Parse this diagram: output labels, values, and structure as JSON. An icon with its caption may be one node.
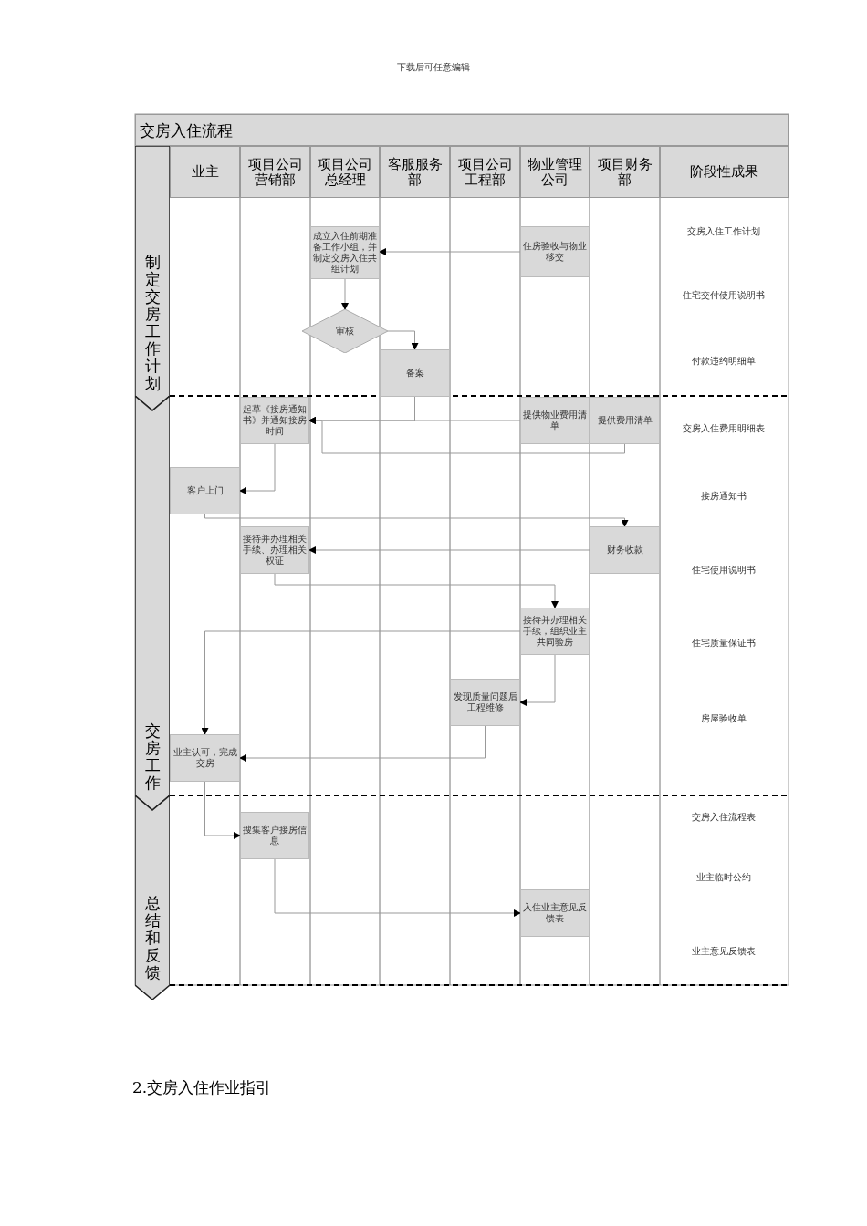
{
  "diagram": {
    "title": "交房入住流程",
    "nodes": [
      {
        "text": [
          "业主"
        ]
      },
      {
        "text": [
          "项目公司营销部"
        ]
      },
      {
        "text": [
          "项目公司总经理"
        ]
      },
      {
        "text": [
          "客服服务部"
        ]
      },
      {
        "text": [
          "项目公司工程部"
        ]
      },
      {
        "text": [
          "物业管理公司"
        ]
      },
      {
        "text": [
          "项目财务部"
        ]
      },
      {
        "text": [
          "阶段性成果"
        ]
      },
      {
        "text": [
          "制定交房工作计划"
        ]
      },
      {
        "text": [
          "交房工作"
        ]
      },
      {
        "text": [
          "总结和反馈"
        ]
      },
      {
        "text": [
          "成立入住前期准备工作小组，并制定交房入住共组计划"
        ]
      },
      {
        "text": [
          "住房验收与物业移交"
        ]
      },
      {
        "text": [
          "审核"
        ]
      },
      {
        "text": [
          "备案"
        ]
      },
      {
        "text": [
          "起草《接房通知书》并通知接房时间"
        ]
      },
      {
        "text": [
          "提供物业费用清单"
        ]
      },
      {
        "text": [
          "提供费用清单"
        ]
      },
      {
        "text": [
          "客户上门"
        ]
      },
      {
        "text": [
          "财务收款"
        ]
      },
      {
        "text": [
          "接待并办理相关手续、办理相关权证"
        ]
      },
      {
        "text": [
          "接待并办理相关手续，组织业主共同验房"
        ]
      },
      {
        "text": [
          "发现质量问题后工程维修"
        ]
      },
      {
        "text": [
          "业主认可，完成交房"
        ]
      },
      {
        "text": [
          "搜集客户接房信息"
        ]
      },
      {
        "text": [
          "入住业主意见反馈表"
        ]
      }
    ],
    "edges": [
      {
        "from": 12,
        "to": 11,
        "arrow": "to"
      },
      {
        "from": 11,
        "to": 13,
        "arrow": "to"
      },
      {
        "from": 13,
        "to": 14,
        "arrow": "to"
      },
      {
        "from": 14,
        "to": 15,
        "arrow": "to"
      },
      {
        "from": 16,
        "to": 15,
        "arrow": "to"
      },
      {
        "from": 17,
        "to": 15,
        "arrow": "to"
      },
      {
        "from": 15,
        "to": 18,
        "arrow": "to"
      },
      {
        "from": 18,
        "to": 19,
        "arrow": "to"
      },
      {
        "from": 19,
        "to": 20,
        "arrow": "to"
      },
      {
        "from": 20,
        "to": 21,
        "arrow": "to"
      },
      {
        "from": 21,
        "to": 23,
        "arrow": "to"
      },
      {
        "from": 21,
        "to": 22,
        "arrow": "to"
      },
      {
        "from": 22,
        "to": 23,
        "arrow": "to"
      },
      {
        "from": 23,
        "to": 24,
        "arrow": "to"
      },
      {
        "from": 24,
        "to": 25,
        "arrow": "to"
      }
    ],
    "labels": [
      "下载后可任意编辑",
      "交房入住工作计划",
      "住宅交付使用说明书",
      "付款违约明细单",
      "交房入住费用明细表",
      "接房通知书",
      "住宅使用说明书",
      "住宅质量保证书",
      "房屋验收单",
      "交房入住流程表",
      "业主临时公约",
      "业主意见反馈表",
      "2.交房入住作业指引"
    ]
  }
}
